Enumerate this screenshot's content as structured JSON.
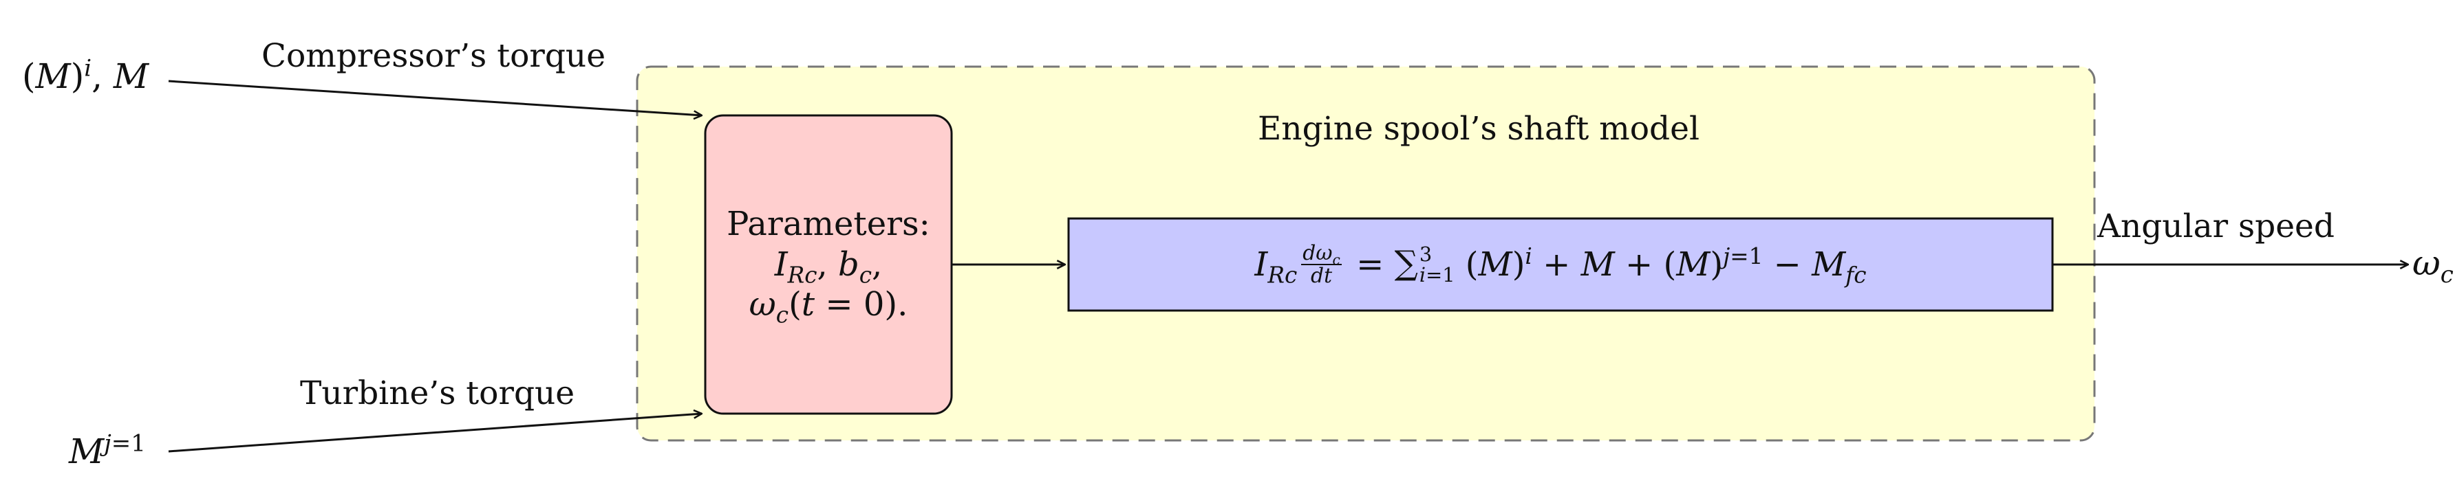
{
  "diagram": {
    "container": {
      "title": "Engine spool’s shaft model",
      "fill": "#ffffd4",
      "border": "#777777"
    },
    "parameters_block": {
      "title": "Parameters:",
      "line1": "I_{Rc}, b_c,",
      "line2": "ω_c(t = 0).",
      "fill": "#ffcfcf"
    },
    "equation_block": {
      "text": "I_{Rc} dω_c/dt = Σ_{i=1}^{3} (M)^i + M + (M)^{j=1} − M_{fc}",
      "fill": "#c8c8ff"
    },
    "inputs": [
      {
        "label": "Compressor’s torque",
        "source": "(M)^i, M"
      },
      {
        "label": "Turbine’s torque",
        "source": "M^{j=1}"
      }
    ],
    "output": {
      "label": "Angular speed",
      "target": "ω_c"
    }
  }
}
